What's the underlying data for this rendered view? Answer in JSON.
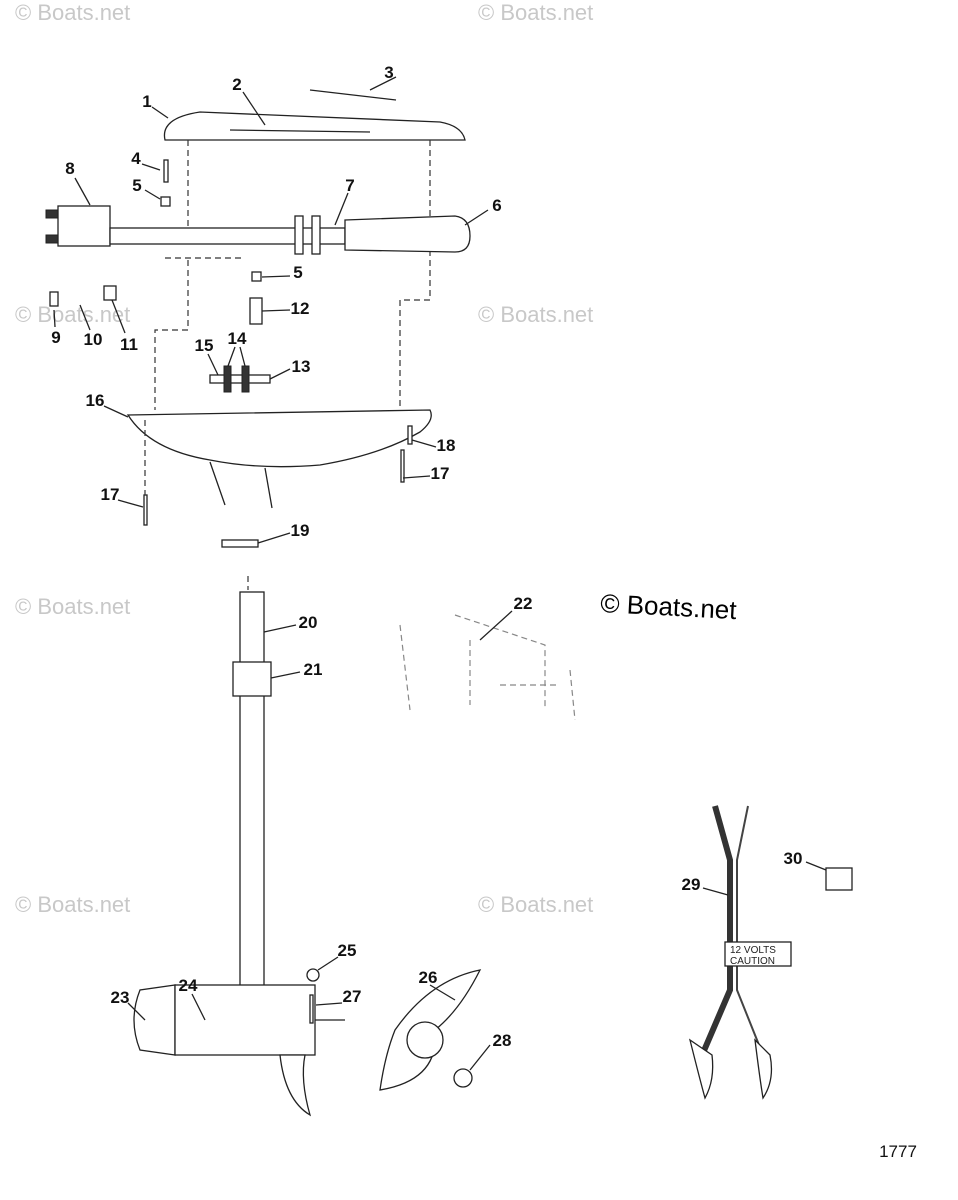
{
  "watermark": "© Boats.net",
  "callouts": [
    "1",
    "2",
    "3",
    "4",
    "5",
    "6",
    "7",
    "8",
    "5",
    "12",
    "9",
    "10",
    "11",
    "15",
    "14",
    "13",
    "16",
    "18",
    "17",
    "17",
    "19",
    "20",
    "21",
    "22",
    "25",
    "23",
    "24",
    "26",
    "27",
    "28",
    "29",
    "30"
  ],
  "caution_label": {
    "line1": "12 VOLTS",
    "line2": "CAUTION"
  },
  "figure_number": "1777"
}
